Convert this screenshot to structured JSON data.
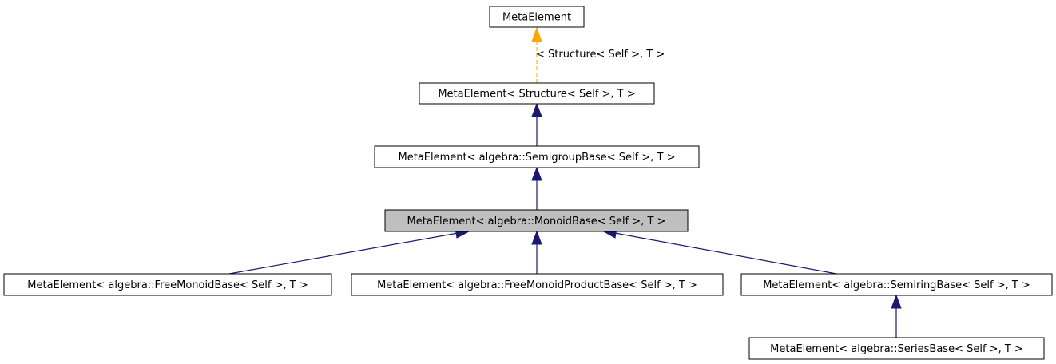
{
  "colors": {
    "node_fill": "#ffffff",
    "node_fill_highlight": "#bfbfbf",
    "node_border": "#000000",
    "inherit_edge": "#191970",
    "template_edge": "#ffa500"
  },
  "nodes": {
    "meta_element": {
      "label": "MetaElement"
    },
    "meta_structure": {
      "label": "MetaElement< Structure< Self >, T >"
    },
    "meta_semigroup": {
      "label": "MetaElement< algebra::SemigroupBase< Self >, T >"
    },
    "meta_monoid": {
      "label": "MetaElement< algebra::MonoidBase< Self >, T >"
    },
    "meta_free_monoid": {
      "label": "MetaElement< algebra::FreeMonoidBase< Self >, T >"
    },
    "meta_free_monoid_product": {
      "label": "MetaElement< algebra::FreeMonoidProductBase< Self >, T >"
    },
    "meta_semiring": {
      "label": "MetaElement< algebra::SemiringBase< Self >, T >"
    },
    "meta_series": {
      "label": "MetaElement< algebra::SeriesBase< Self >, T >"
    }
  },
  "edges": {
    "template_instance_label": "< Structure< Self >, T >"
  }
}
